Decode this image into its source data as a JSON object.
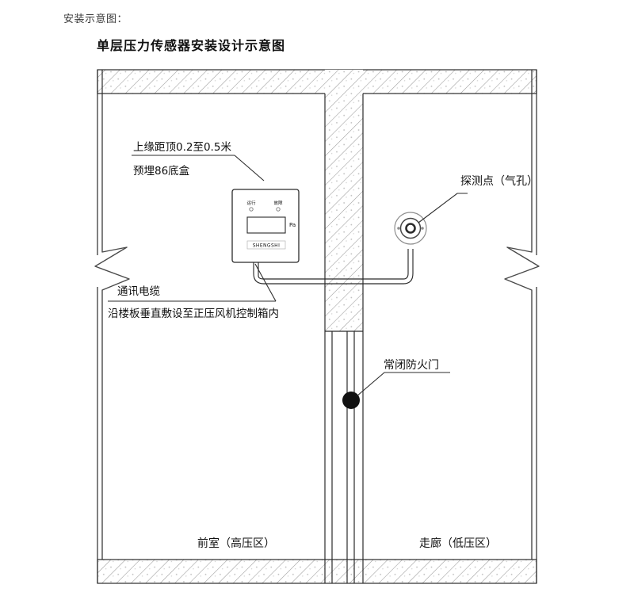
{
  "page": {
    "caption_label": "安装示意图：",
    "title": "单层压力传感器安装设计示意图",
    "background_color": "#ffffff",
    "line_color": "#2b2b2b",
    "hatch_color": "#9a9a9a"
  },
  "annotations": {
    "mount_height": {
      "line1": "上缘距顶0.2至0.5米",
      "line2": "预埋86底盒",
      "name": "mounting-height-note"
    },
    "cable": {
      "line1": "通讯电缆",
      "line2": "沿楼板垂直敷设至正压风机控制箱内",
      "name": "communication-cable-note"
    },
    "detection_point": {
      "text": "探测点（气孔）",
      "name": "detection-point-note"
    },
    "fire_door": {
      "text": "常闭防火门",
      "name": "fire-door-note"
    }
  },
  "zones": {
    "left": {
      "label": "前室（高压区）",
      "name": "front-chamber-high-pressure"
    },
    "right": {
      "label": "走廊（低压区）",
      "name": "corridor-low-pressure"
    }
  },
  "device": {
    "brand_text": "SHENGSHI",
    "indicator_left": "运行",
    "indicator_right": "故障",
    "display_value": "",
    "unit_label": "Pa"
  },
  "symbols": {
    "detector": "pressure-detector-airhole",
    "door_marker": "fire-door-marker",
    "break_left": "break-line-left",
    "break_right": "break-line-right"
  }
}
